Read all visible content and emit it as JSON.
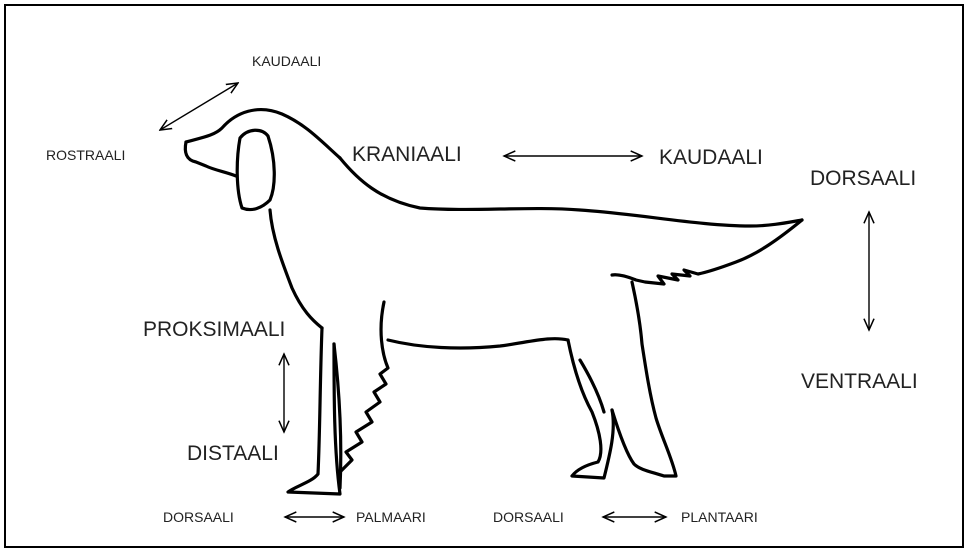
{
  "labels": {
    "kaudaali_top": "KAUDAALI",
    "rostraali": "ROSTRAALI",
    "kraniaali": "KRANIAALI",
    "kaudaali_mid": "KAUDAALI",
    "dorsaali_right": "DORSAALI",
    "ventraali": "VENTRAALI",
    "proksimaali": "PROKSIMAALI",
    "distaali": "DISTAALI",
    "dorsaali_front_foot": "DORSAALI",
    "palmaari": "PALMAARI",
    "dorsaali_hind_foot": "DORSAALI",
    "plantaari": "PLANTAARI"
  },
  "colors": {
    "stroke": "#000000",
    "text": "#222222",
    "border": "#000000"
  }
}
